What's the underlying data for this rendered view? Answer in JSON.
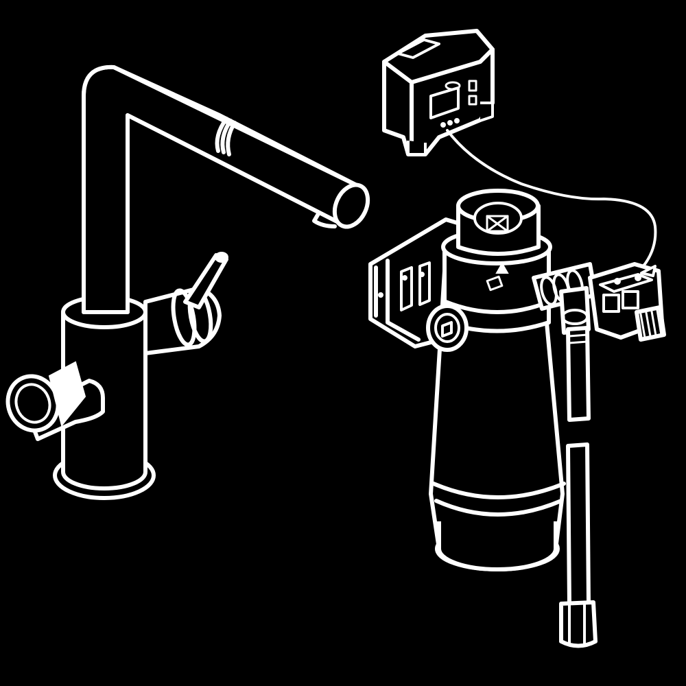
{
  "figure": {
    "components": [
      {
        "id": "kitchen-faucet",
        "icon": "faucet-icon"
      },
      {
        "id": "filter-cartridge",
        "icon": "filter-icon"
      },
      {
        "id": "control-unit",
        "icon": "control-unit-icon"
      },
      {
        "id": "solenoid-valve",
        "icon": "valve-icon"
      },
      {
        "id": "supply-hose",
        "icon": "hose-icon"
      }
    ],
    "colors": {
      "background": "#000000",
      "line": "#ffffff"
    }
  }
}
